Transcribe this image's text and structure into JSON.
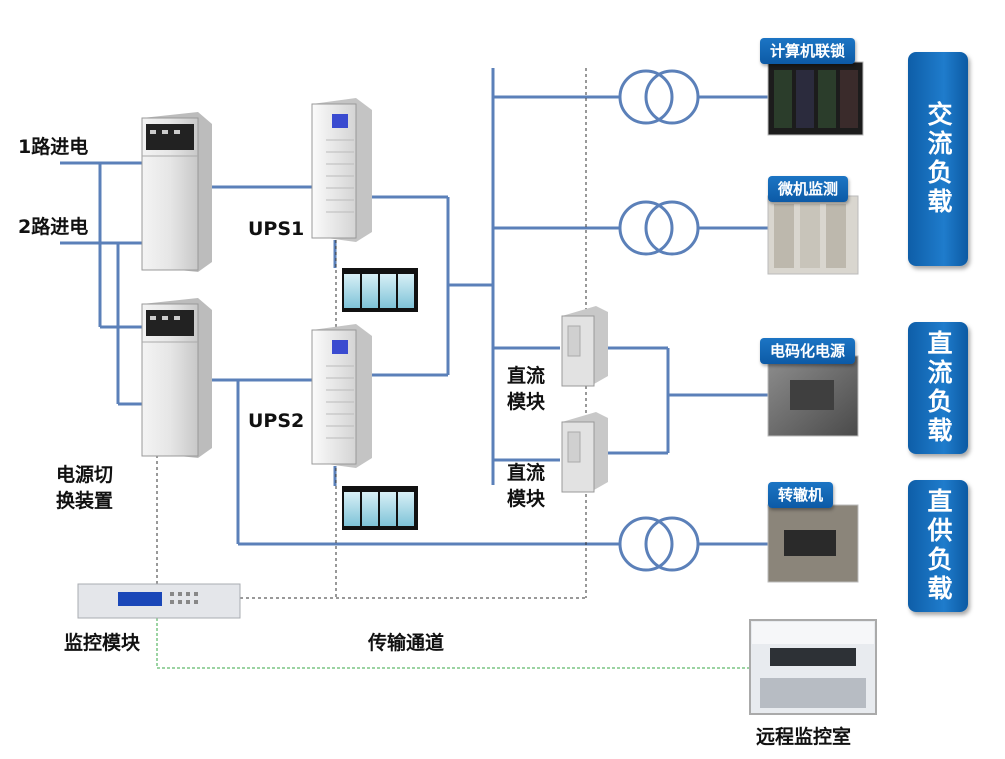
{
  "inputs": {
    "line1": "1路进电",
    "line2": "2路进电"
  },
  "switch_label": [
    "电源切",
    "换装置"
  ],
  "ups": {
    "ups1": "UPS1",
    "ups2": "UPS2"
  },
  "dc_module_label": [
    "直流",
    "模块"
  ],
  "monitor_label": "监控模块",
  "channel_label": "传输通道",
  "remote_label": "远程监控室",
  "loads": {
    "computer_interlock": "计算机联锁",
    "micro_monitor": "微机监测",
    "track_code_power": "电码化电源",
    "switch_machine": "转辙机"
  },
  "categories": {
    "ac": "交流负载",
    "dc": "直流负载",
    "direct": "直供负载"
  },
  "colors": {
    "line": "#5b80b9",
    "category": "#1467b3",
    "tag": "#1565b8",
    "remote_link": "#39a847"
  }
}
